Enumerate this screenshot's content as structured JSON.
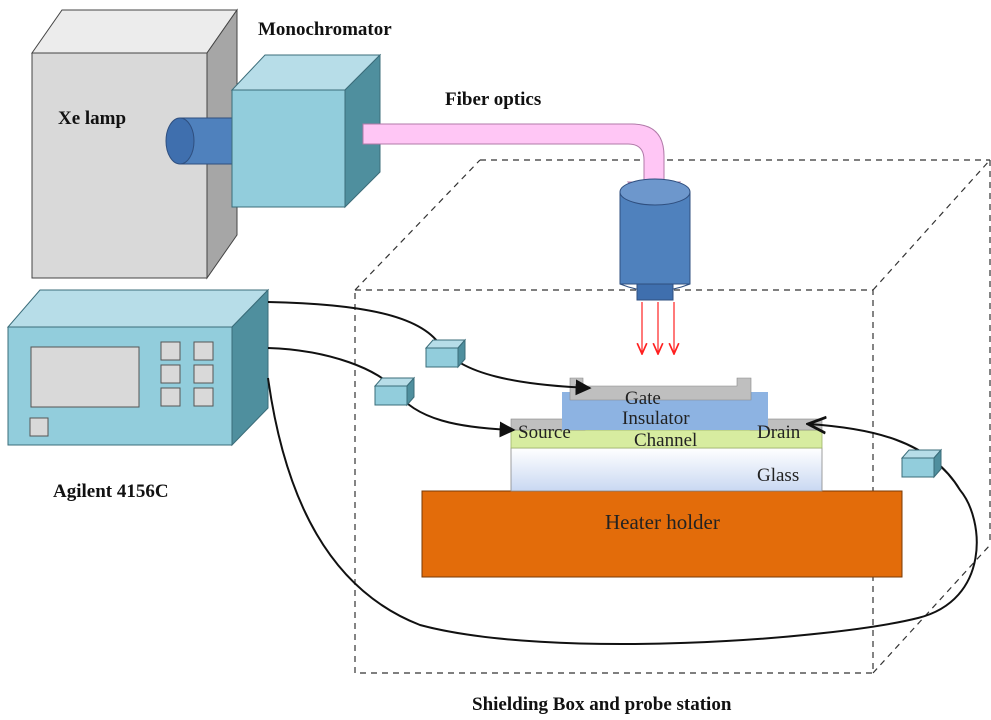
{
  "labels": {
    "monochromator": "Monochromator",
    "xe_lamp": "Xe lamp",
    "fiber_optics": "Fiber optics",
    "agilent": "Agilent 4156C",
    "shielding_box": "Shielding Box and probe station"
  },
  "layers": {
    "gate": "Gate",
    "insulator": "Insulator",
    "source": "Source",
    "drain": "Drain",
    "channel": "Channel",
    "glass": "Glass",
    "heater": "Heater holder"
  },
  "colors": {
    "lamp_front": "#d9d9d9",
    "lamp_side": "#a6a6a6",
    "teal_front": "#92cddc",
    "teal_side": "#4f8f9e",
    "lens_blue": "#4f81bd",
    "fiber_pink": "#ffc6f5",
    "heater_orange": "#e36c0a",
    "insulator_blue": "#8db3e2",
    "channel_green": "#d7eca0",
    "electrode_gray": "#bfbfbf",
    "light_red": "#ff2020"
  }
}
